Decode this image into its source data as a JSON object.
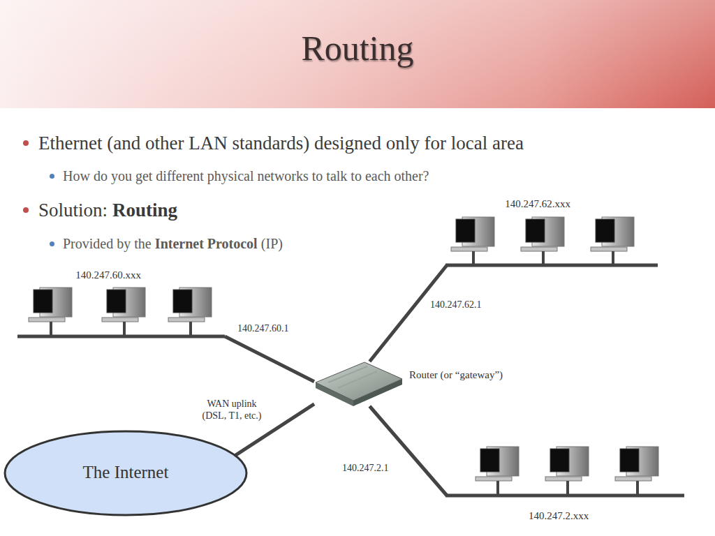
{
  "diagram": {
    "title": "Routing",
    "nodes": [
      {
        "text": [
          "140.247.62.xxx"
        ]
      },
      {
        "text": [
          "140.247.60.xxx"
        ]
      },
      {
        "text": [
          "Router (or “gateway”)"
        ]
      },
      {
        "text": [
          "The Internet"
        ]
      },
      {
        "text": [
          "140.247.2.xxx"
        ]
      }
    ],
    "edges": [
      {
        "from": 1,
        "to": 2,
        "arrow": "none",
        "label": "140.247.60.1"
      },
      {
        "from": 2,
        "to": 0,
        "arrow": "none",
        "label": "140.247.62.1"
      },
      {
        "from": 3,
        "to": 2,
        "arrow": "none",
        "label": "WAN uplink (DSL, T1, etc.)"
      },
      {
        "from": 2,
        "to": 4,
        "arrow": "none",
        "label": "140.247.2.1"
      }
    ],
    "labels": [
      "Ethernet (and other LAN standards) designed only for local area",
      "How do you get different physical networks to talk to each other?",
      "Solution:",
      "Routing",
      "Provided by the",
      "Internet Protocol",
      "(IP)"
    ]
  }
}
